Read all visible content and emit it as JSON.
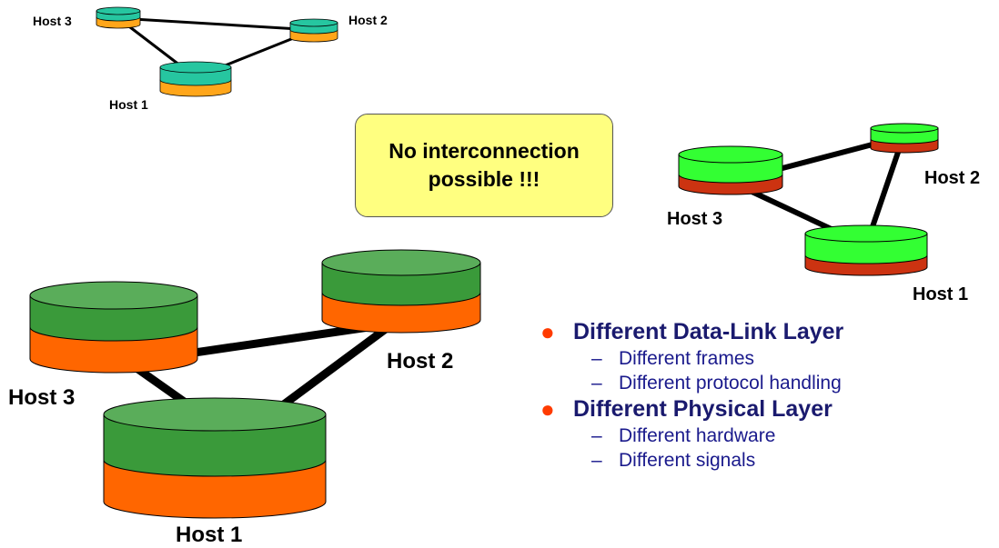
{
  "callout": {
    "line1": "No interconnection",
    "line2": "possible !!!"
  },
  "networks": {
    "top_left": {
      "host1": "Host 1",
      "host2": "Host 2",
      "host3": "Host 3"
    },
    "right": {
      "host1": "Host 1",
      "host2": "Host 2",
      "host3": "Host 3"
    },
    "bottom": {
      "host1": "Host 1",
      "host2": "Host 2",
      "host3": "Host 3"
    }
  },
  "bullets": [
    {
      "title": "Different Data-Link Layer",
      "items": [
        "Different frames",
        "Different protocol handling"
      ]
    },
    {
      "title": "Different Physical Layer",
      "items": [
        "Different hardware",
        "Different signals"
      ]
    }
  ],
  "colors": {
    "teal_top": "#26c6a0",
    "orange": "#ffa61a",
    "green_top": "#33ff33",
    "red_bottom": "#cc3311",
    "dark_green": "#3a9a3a",
    "bright_orange": "#ff6600"
  }
}
